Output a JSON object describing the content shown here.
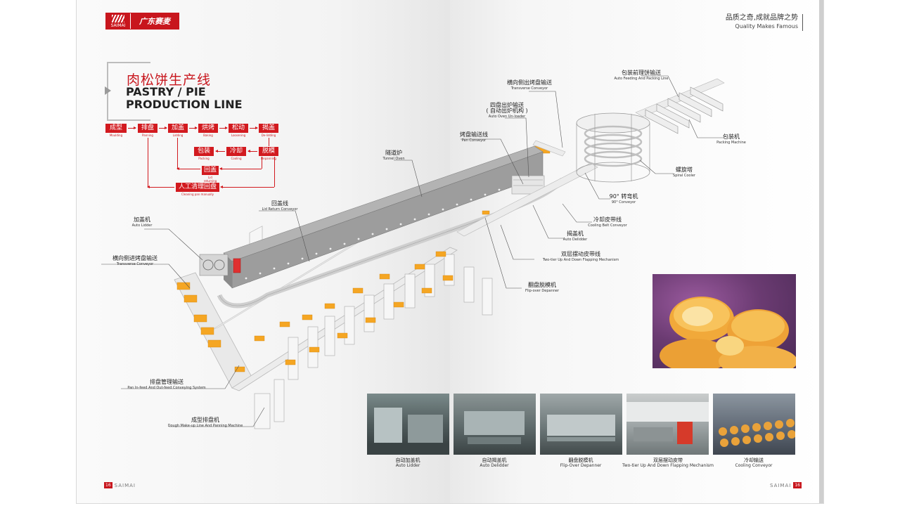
{
  "brand": {
    "logo_cn": "广东赛麦",
    "logo_en": "SAIMAI"
  },
  "slogan": {
    "cn": "品质之奇,成就品牌之势",
    "en": "Quality Makes Famous"
  },
  "title": {
    "cn": "肉松饼生产线",
    "en_line1": "PASTRY / PIE",
    "en_line2": "PRODUCTION LINE"
  },
  "flow": {
    "steps": [
      {
        "cn": "成型",
        "en": "Moulding"
      },
      {
        "cn": "排盘",
        "en": "Panning"
      },
      {
        "cn": "加盖",
        "en": "Lidding"
      },
      {
        "cn": "烘烤",
        "en": "Baking"
      },
      {
        "cn": "松动",
        "en": "Loosening"
      },
      {
        "cn": "揭盖",
        "en": "De-lidding"
      }
    ],
    "row2": [
      {
        "cn": "包装",
        "en": "Packing"
      },
      {
        "cn": "冷却",
        "en": "Cooling"
      },
      {
        "cn": "脱模",
        "en": "Depanning"
      }
    ],
    "lid_return": {
      "cn": "回盖",
      "en": "Lid returning"
    },
    "manual": {
      "cn": "人工清理回盘",
      "en": "Cleaning pan manually"
    }
  },
  "callouts": {
    "auto_feeding": {
      "cn": "包装前理饼输送",
      "en": "Auto Feeding And Packing Line"
    },
    "transverse_out": {
      "cn": "横向侧出烤盘输送",
      "en": "Transverse Conveyor"
    },
    "oven_unloader": {
      "cn": "四盘出炉输送",
      "cn2": "( 自动出炉机构 )",
      "en": "Auto Oven Un-loader"
    },
    "pan_conveyor": {
      "cn": "烤盘输送线",
      "en": "Pan Conveyor"
    },
    "tunnel_oven": {
      "cn": "隧道炉",
      "en": "Tunnel Oven"
    },
    "packing_machine": {
      "cn": "包装机",
      "en": "Packing Machine"
    },
    "spiral_cooler": {
      "cn": "螺旋塔",
      "en": "Spiral Cooler"
    },
    "conveyor_90": {
      "cn": "90° 转弯机",
      "en": "90° Conveyor"
    },
    "lid_return": {
      "cn": "回盖线",
      "en": "Lid Return Conveyor"
    },
    "cooling_belt": {
      "cn": "冷却皮带线",
      "en": "Cooling Belt Conveyor"
    },
    "auto_lidder": {
      "cn": "加盖机",
      "en": "Auto Lidder"
    },
    "auto_delidder": {
      "cn": "揭盖机",
      "en": "Auto Delidder"
    },
    "transverse_in": {
      "cn": "横向侧进烤盘输送",
      "en": "Transverse Conveyor"
    },
    "two_tier": {
      "cn": "双层摆动皮带线",
      "en": "Two-tier Up And Down Flapping Mechanism"
    },
    "flip_over": {
      "cn": "翻盘脱模机",
      "en": "Flip-over Depanner"
    },
    "pan_infeed": {
      "cn": "排盘管理输送",
      "en": "Pan In-feed And Out-feed Conveying System"
    },
    "dough_makeup": {
      "cn": "成型排盘机",
      "en": "Dough Make-up Line And Panning Machine"
    }
  },
  "photos": [
    {
      "cn": "自动加盖机",
      "en": "Auto Lidder"
    },
    {
      "cn": "自动揭盖机",
      "en": "Auto Delidder"
    },
    {
      "cn": "翻盘脱模机",
      "en": "Flip-Over Depanner"
    },
    {
      "cn": "双层摆动皮带",
      "en": "Two-tier Up And Down Flapping Mechanism"
    },
    {
      "cn": "冷却输送",
      "en": "Cooling Conveyor"
    }
  ],
  "page_numbers": {
    "left": "16",
    "right": "16",
    "label": "SAIMAI"
  },
  "colors": {
    "brand_red": "#c8161d",
    "pan_orange": "#f5a623",
    "oven_grey": "#8f8f8f"
  }
}
